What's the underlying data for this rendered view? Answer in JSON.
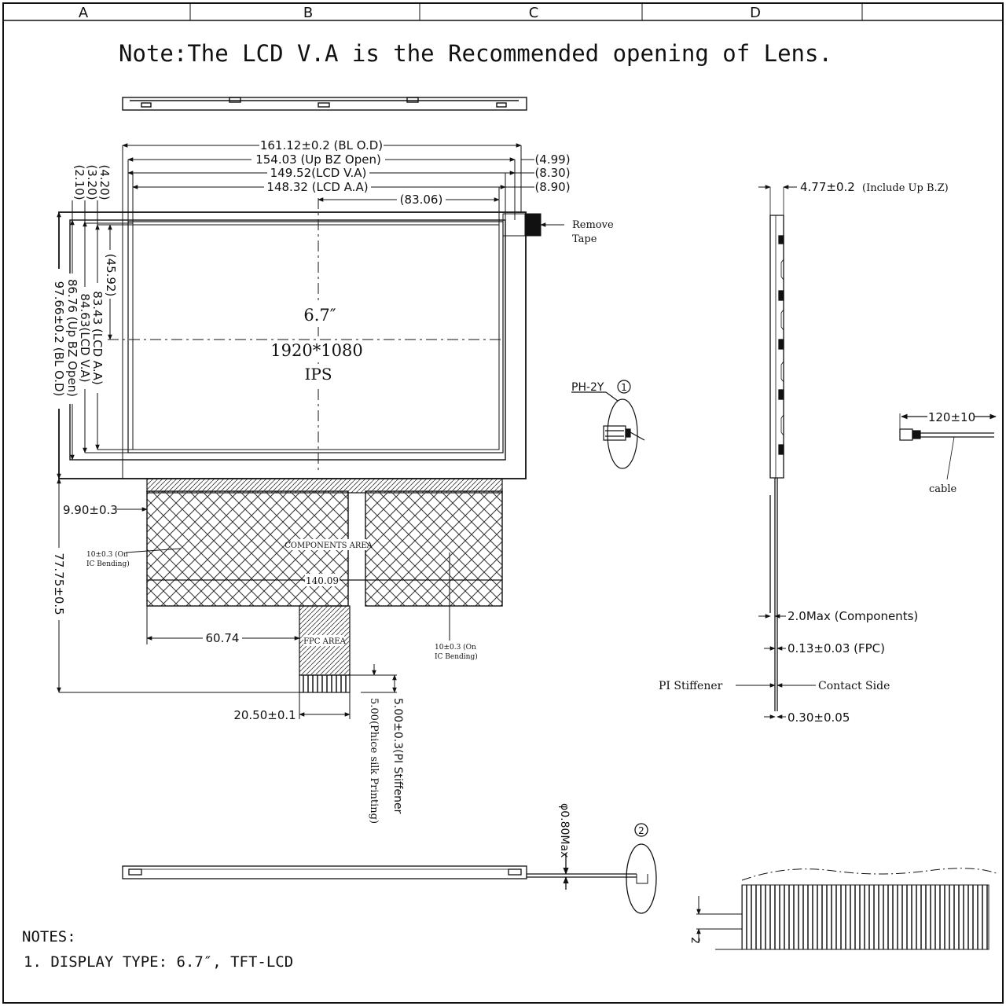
{
  "title_note": "Note:The LCD V.A is the Recommended opening of Lens.",
  "grid": {
    "columns": [
      "A",
      "B",
      "C",
      "D"
    ]
  },
  "front_view": {
    "dims_top": {
      "bl_od": "161.12±0.2 (BL O.D)",
      "up_bz_open": "154.03 (Up BZ Open)",
      "lcd_va": "149.52(LCD V.A)",
      "lcd_aa": "148.32 (LCD A.A)",
      "center_offset": "(83.06)",
      "right_1": "(4.99)",
      "right_2": "(8.30)",
      "right_3": "(8.90)"
    },
    "dims_left": {
      "top_1": "(4.20)",
      "top_2": "(3.20)",
      "top_3": "(2.10)",
      "center_v": "(45.92)",
      "lcd_aa_h": "83.43 (LCD A.A)",
      "lcd_va_h": "84.63(LCD V.A)",
      "up_bz_open_h": "86.76 (Up BZ Open)",
      "bl_od_h": "97.66±0.2 (BL O.D)"
    },
    "center_text": {
      "size": "6.7″",
      "resolution": "1920*1080",
      "panel": "IPS"
    },
    "tape_label_1": "Remove",
    "tape_label_2": "Tape",
    "fpc": {
      "offset_left": "9.90±0.3",
      "total_height": "77.75±0.5",
      "bending_left_1": "10±0.3 (On",
      "bending_left_2": "IC Bending)",
      "components": "COMPONENTS AREA",
      "inner_label": "140.09",
      "fpc_area": "FPC AREA",
      "width_left": "60.74",
      "bending_right_1": "10±0.3 (On",
      "bending_right_2": "IC Bending)",
      "tail_width": "20.50±0.1",
      "stiffener": "5.00±0.3(PI Stiffener",
      "silk": "5.00(Phice silk Printing)"
    }
  },
  "side_view": {
    "thickness": "4.77±0.2",
    "thickness_note": "(Include Up B.Z)",
    "components_max": "2.0Max (Components)",
    "fpc_thickness": "0.13±0.03 (FPC)",
    "pi_stiffener": "PI Stiffener",
    "contact_side": "Contact Side",
    "stiffener_thickness": "0.30±0.05"
  },
  "connector": {
    "label": "PH-2Y",
    "circle_1": "1",
    "cable_length": "120±10",
    "cable": "cable"
  },
  "bottom_view": {
    "diameter": "φ0.80Max",
    "circle_2": "2"
  },
  "detail": {
    "pitch": "2"
  },
  "notes": {
    "header": "NOTES:",
    "line_1": "1. DISPLAY TYPE:  6.7″, TFT-LCD"
  },
  "colors": {
    "line": "#111111",
    "paper": "#ffffff",
    "hatch": "#333333"
  }
}
